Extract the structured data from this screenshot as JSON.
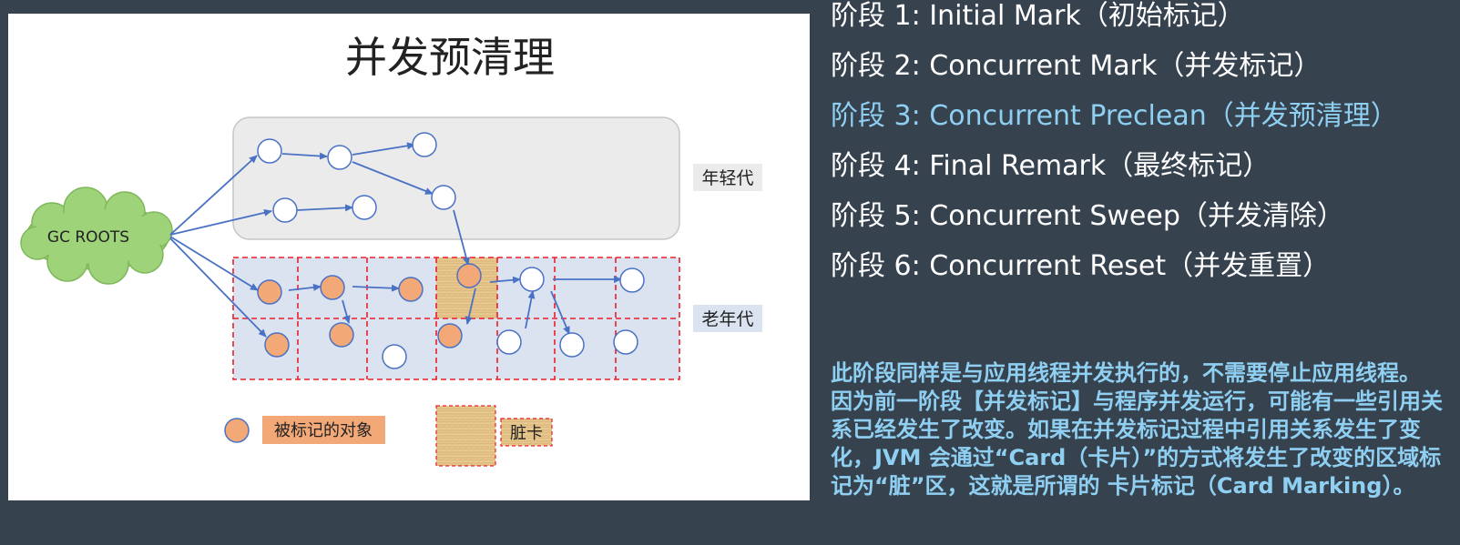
{
  "slide": {
    "title": "并发预清理",
    "gc_roots_label": "GC ROOTS",
    "young_gen_label": "年轻代",
    "old_gen_label": "老年代",
    "legend": {
      "marked_object_label": "被标记的对象",
      "dirty_card_label": "脏卡"
    },
    "colors": {
      "marked_object": "#f3a877",
      "dirty_card": "#e8c98f",
      "old_gen_fill": "#dbe3f1",
      "young_gen_fill": "#ebebeb",
      "arrow": "#4a72c4",
      "dashed_border": "#e8202a",
      "cloud": "#9ed37a"
    }
  },
  "phases": [
    {
      "label": "阶段 1: Initial Mark（初始标记）",
      "active": false
    },
    {
      "label": "阶段 2: Concurrent Mark（并发标记）",
      "active": false
    },
    {
      "label": "阶段 3: Concurrent Preclean（并发预清理）",
      "active": true
    },
    {
      "label": "阶段 4: Final Remark（最终标记）",
      "active": false
    },
    {
      "label": "阶段 5: Concurrent Sweep（并发清除）",
      "active": false
    },
    {
      "label": "阶段 6: Concurrent Reset（并发重置）",
      "active": false
    }
  ],
  "description": "此阶段同样是与应用线程并发执行的，不需要停止应用线程。 因为前一阶段【并发标记】与程序并发运行，可能有一些引用关系已经发生了改变。如果在并发标记过程中引用关系发生了变化，JVM 会通过“Card（卡片）”的方式将发生了改变的区域标记为“脏”区，这就是所谓的 卡片标记（Card Marking）。",
  "highlight_color": "#8fd0f2"
}
